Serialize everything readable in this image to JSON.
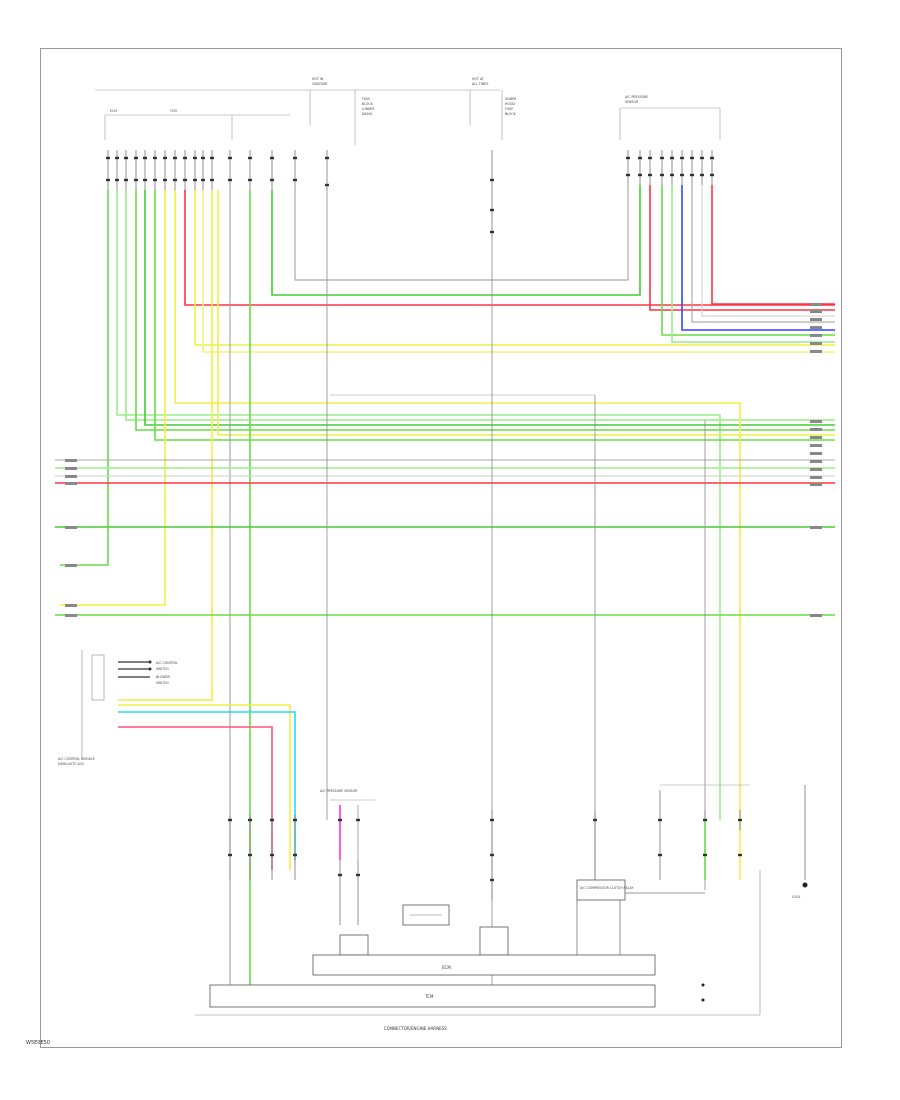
{
  "diagram": {
    "footer_code": "W5E0E50",
    "module_label": "A/C CONTROL MODULE",
    "harness_label": "CONNECTOR/ENGINE HARNESS",
    "ecm_label": "ECM",
    "tcm_label": "TCM",
    "fuse_blocks": [
      "HOT IN ON/START",
      "HOT AT ALL TIMES"
    ],
    "relay_label": "A/C COMPRESSOR CLUTCH RELAY",
    "ground_label": "G101",
    "sensor_label": "A/C PRESSURE SENSOR",
    "left_connector_label": "A/C CONTROL MODULE (NON-AUTO A/C)"
  },
  "colors": {
    "green": "#33cc33",
    "light_green": "#99ee88",
    "yellow": "#f0ee44",
    "red": "#ff3344",
    "blue": "#3344ff",
    "cyan": "#22ddee",
    "magenta": "#ff33cc",
    "gray": "#999999",
    "black": "#222222"
  }
}
